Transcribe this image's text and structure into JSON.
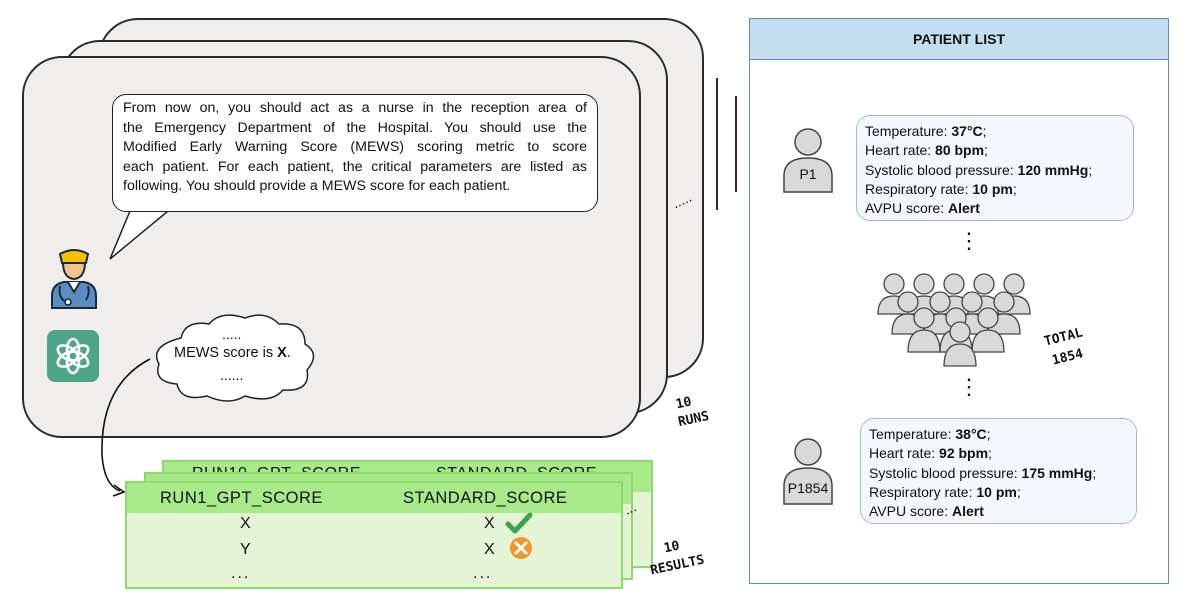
{
  "prompt": {
    "lines": [
      "From now on, you should act as a nurse in the reception area of",
      "the Emergency Department of the Hospital. You should use the",
      "Modified Early Warning Score (MEWS) scoring metric to score",
      "each patient. For each patient, the critical parameters are listed as",
      "following. You should provide a MEWS score for each patient."
    ]
  },
  "reply": {
    "dots_top": ".....",
    "prefix": "MEWS score is ",
    "value": "X",
    "suffix": ".",
    "dots_bottom": "......"
  },
  "card_dots": ".....",
  "runs": {
    "count": "10",
    "label": "RUNS"
  },
  "results": {
    "count": "10",
    "label": "RESULTS",
    "back_header_left": "RUN10_GPT_SCORE",
    "back_header_right": "STANDARD_SCORE",
    "side_dots": "...",
    "header_left": "RUN1_GPT_SCORE",
    "header_right": "STANDARD_SCORE",
    "rows": [
      {
        "gpt": "X",
        "standard": "X",
        "status": "correct"
      },
      {
        "gpt": "Y",
        "standard": "X",
        "status": "incorrect"
      },
      {
        "gpt": "...",
        "standard": "...",
        "status": "none"
      }
    ]
  },
  "patient_list": {
    "title": "PATIENT LIST",
    "total_label": "TOTAL",
    "total_value": "1854",
    "patients": [
      {
        "id": "P1",
        "temperature_label": "Temperature: ",
        "temperature": "37°C",
        "temperature_end": ";",
        "heart_label": "Heart rate: ",
        "heart": "80 bpm",
        "heart_end": ";",
        "bp_label": "Systolic blood pressure: ",
        "bp": "120 mmHg",
        "bp_end": ";",
        "resp_label": "Respiratory rate: ",
        "resp": "10 pm",
        "resp_end": ";",
        "avpu_label": "AVPU score: ",
        "avpu": "Alert"
      },
      {
        "id": "P1854",
        "temperature_label": "Temperature: ",
        "temperature": "38°C",
        "temperature_end": ";",
        "heart_label": "Heart rate: ",
        "heart": "92 bpm",
        "heart_end": ";",
        "bp_label": "Systolic blood pressure: ",
        "bp": "175 mmHg",
        "bp_end": ";",
        "resp_label": "Respiratory rate: ",
        "resp": "10 pm",
        "resp_end": ";",
        "avpu_label": "AVPU score: ",
        "avpu": "Alert"
      }
    ],
    "ellipsis": "⋮"
  },
  "colors": {
    "card_bg": "#efeeed",
    "panel_header": "#c5deef",
    "panel_border": "#5f8fb0",
    "table_header": "#a8ea8a",
    "table_body": "#e3f5d6",
    "check": "#3aa54a",
    "cross": "#f0962a",
    "gpt_logo": "#4fa58a",
    "nurse_cap": "#f2c200",
    "nurse_scrubs": "#5a8ec2"
  },
  "icons": [
    "nurse-icon",
    "chatgpt-logo-icon",
    "person-icon",
    "crowd-icon",
    "check-icon",
    "cross-icon"
  ]
}
